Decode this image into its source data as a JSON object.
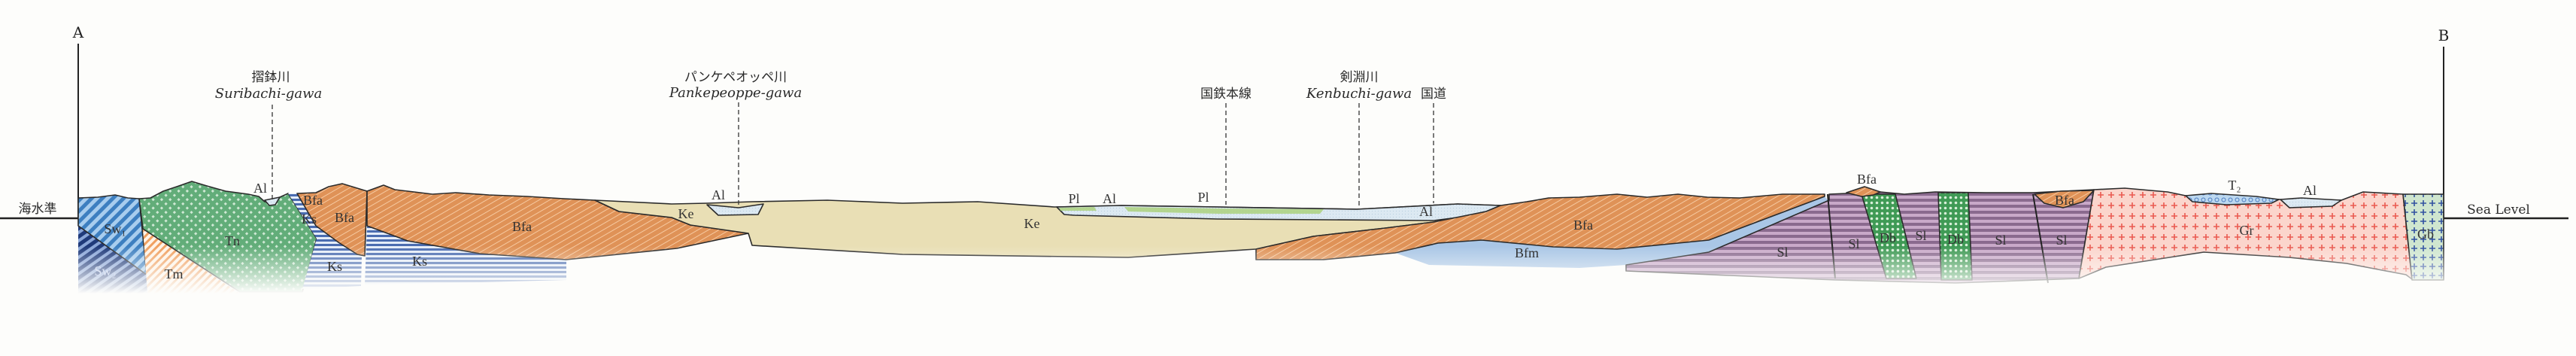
{
  "section": {
    "start_label": "A",
    "end_label": "B"
  },
  "sea_level": {
    "ja": "海水準",
    "en": "Sea Level"
  },
  "places": {
    "suribachi": {
      "ja": "摺鉢川",
      "en": "Suribachi-gawa"
    },
    "pankepeoppe": {
      "ja": "パンケペオッペ川",
      "en": "Pankepeoppe-gawa"
    },
    "railway": {
      "ja": "国鉄本線"
    },
    "kenbuchi": {
      "ja": "剣淵川",
      "en": "Kenbuchi-gawa"
    },
    "highway": {
      "ja": "国道"
    }
  },
  "units": {
    "sw1": "Sw₁",
    "sw2": "Sw₂",
    "tm": "Tm",
    "tn": "Tn",
    "al": "Al",
    "bfa": "Bfa",
    "ks": "Ks",
    "ke": "Ke",
    "pl": "Pl",
    "bfm": "Bfm",
    "sl": "Sl",
    "db": "Db",
    "t2": "T₂",
    "gr": "Gr",
    "gb": "Gb"
  },
  "colors": {
    "bfa": "#df9257",
    "ke": "#e9dfb5",
    "tn": "#62ad79",
    "sw1": "#3d7fc0",
    "sw2": "#1f3a7a",
    "tm": "#f0a060",
    "ks": "#4a6cb0",
    "al": "#dce9f2",
    "pl": "#9cc86a",
    "bfm": "#a9c6e6",
    "sl": "#8a6a8e",
    "db": "#3f9a55",
    "gr": "#fbd5cc",
    "gb": "#cfe6cf",
    "t2": "#bcd8f0"
  }
}
